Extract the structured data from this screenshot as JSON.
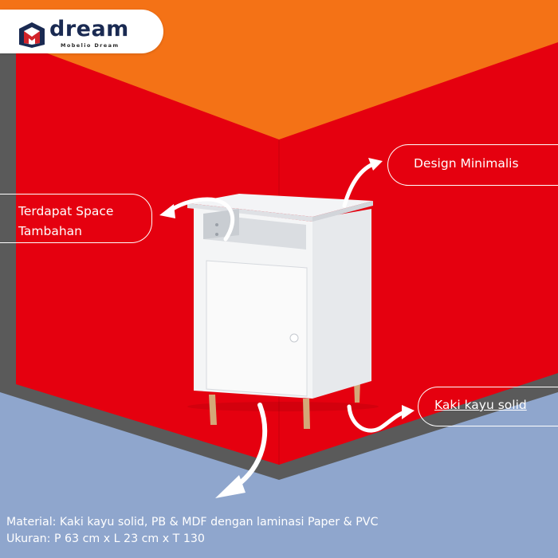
{
  "brand": {
    "wordmark": "dream",
    "tagline": "Mobelio Dream",
    "colors": {
      "navy": "#1a2a52",
      "red": "#d2232a"
    }
  },
  "colors": {
    "background_blue": "#8fa6cd",
    "red": "#e5000f",
    "orange": "#f47216",
    "border_gray": "#5a5a5a",
    "text": "#ffffff"
  },
  "callouts": {
    "design": "Design Minimalis",
    "space_line1": "Terdapat Space",
    "space_line2": "Tambahan",
    "legs": "Kaki kayu solid"
  },
  "product": {
    "name": "white-bedside-cabinet",
    "legs": "wooden"
  },
  "specs": {
    "material": "Material: Kaki kayu solid, PB & MDF dengan laminasi Paper & PVC",
    "size": "Ukuran: P 63 cm x L 23 cm x T 130"
  },
  "icons": [
    "dream-logo-icon",
    "curved-arrow-icon"
  ]
}
